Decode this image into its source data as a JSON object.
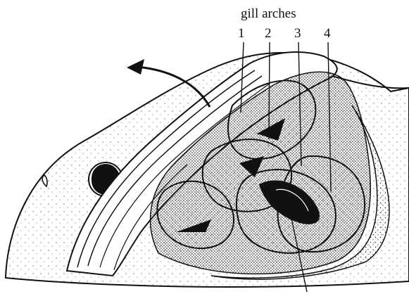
{
  "figure": {
    "title": "gill   arches",
    "labels": [
      "1",
      "2",
      "3",
      "4"
    ]
  },
  "colors": {
    "ink": "#111111",
    "background": "#ffffff"
  }
}
